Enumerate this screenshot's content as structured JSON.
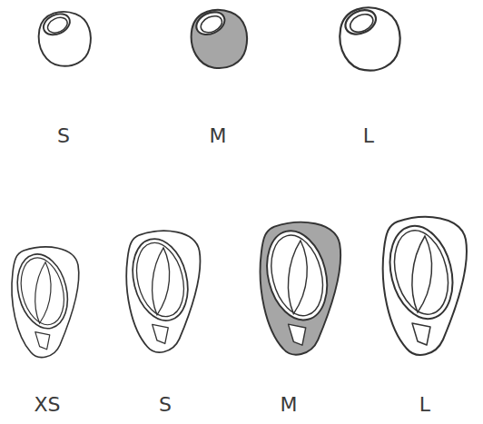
{
  "diagram": {
    "labels": [
      "S",
      "M",
      "L",
      "XS",
      "S",
      "M",
      "L"
    ]
  }
}
